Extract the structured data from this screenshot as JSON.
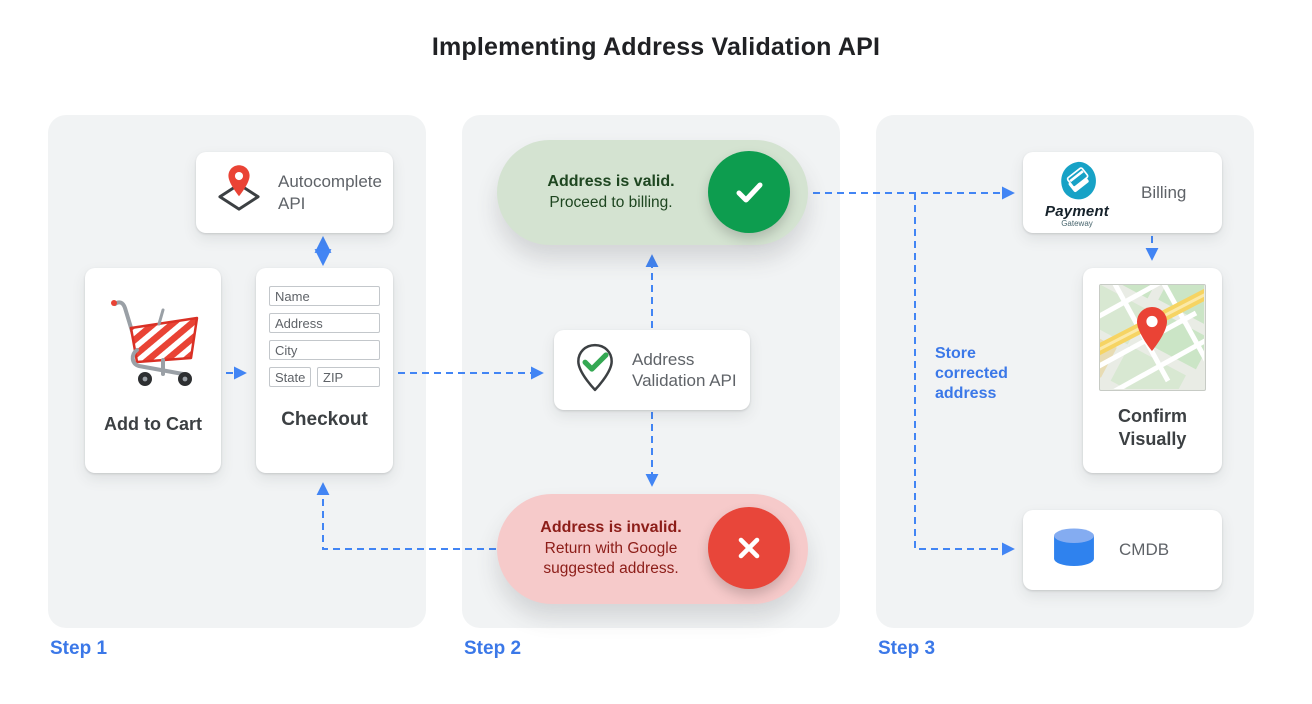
{
  "title": "Implementing Address Validation API",
  "step1": {
    "label": "Step 1",
    "autocomplete_api": {
      "label": "Autocomplete API"
    },
    "add_to_cart": {
      "label": "Add to Cart"
    },
    "checkout": {
      "label": "Checkout",
      "fields": {
        "name": "Name",
        "address": "Address",
        "city": "City",
        "state": "State",
        "zip": "ZIP"
      }
    }
  },
  "step2": {
    "label": "Step 2",
    "valid_pill": {
      "title": "Address is valid.",
      "subtitle": "Proceed to billing."
    },
    "validation_api": {
      "label": "Address Validation API"
    },
    "invalid_pill": {
      "title": "Address is invalid.",
      "subtitle": "Return with Google suggested address."
    }
  },
  "step3": {
    "label": "Step 3",
    "billing": {
      "label": "Billing",
      "logo_primary": "Payment",
      "logo_secondary": "Gateway"
    },
    "confirm_visually": {
      "label": "Confirm Visually"
    },
    "cmdb": {
      "label": "CMDB"
    },
    "annotation": "Store corrected address"
  },
  "colors": {
    "accent_blue": "#4285f4",
    "panel_gray": "#f1f3f4",
    "valid_green_circle": "#0d9d4f",
    "valid_pill_bg": "#d4e3d1",
    "valid_text": "#1e4620",
    "invalid_red_circle": "#e8463a",
    "invalid_pill_bg": "#f6caca",
    "invalid_text": "#8c1d18"
  }
}
